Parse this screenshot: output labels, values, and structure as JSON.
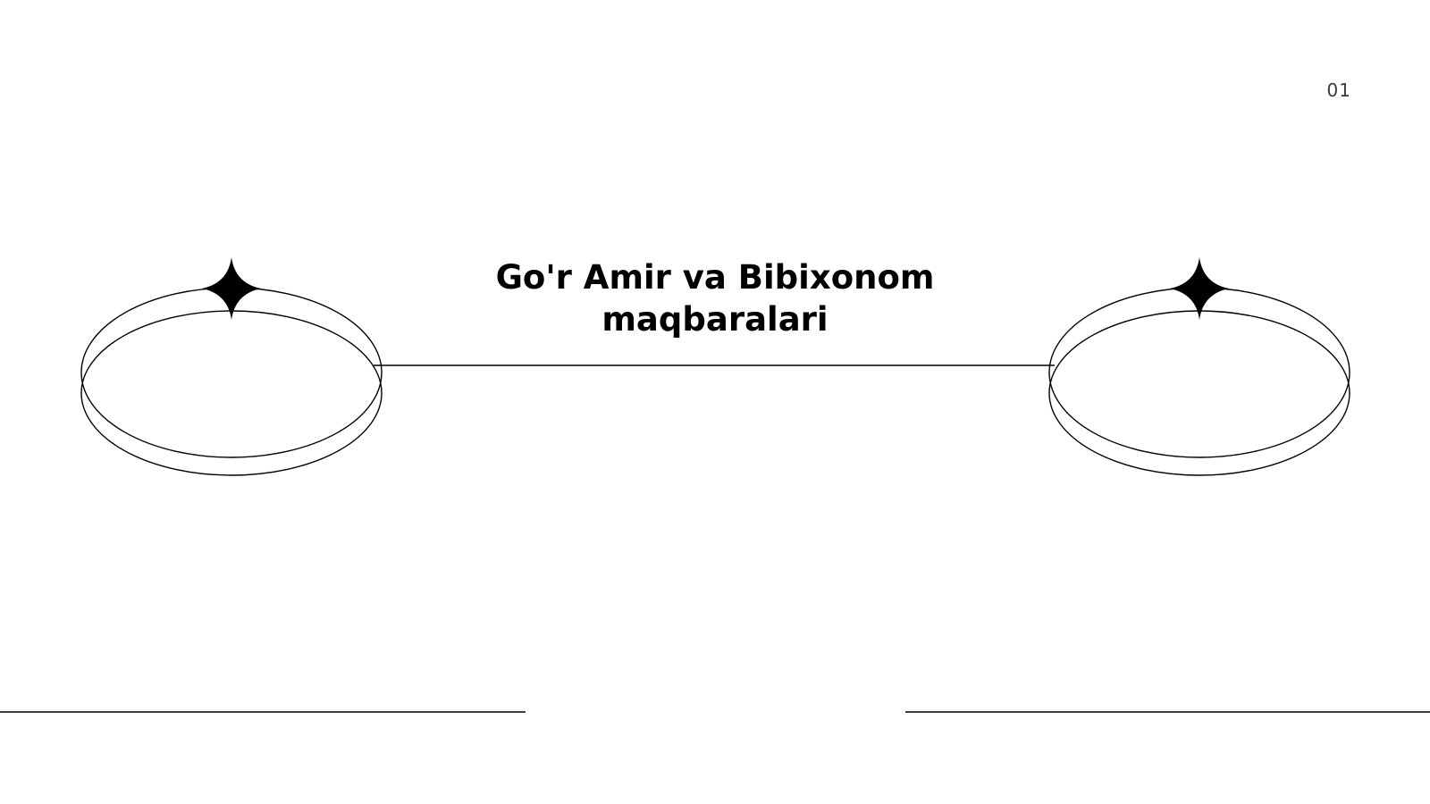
{
  "slide": {
    "page_number": "01",
    "title_line1": "Go'r Amir va Bibixonom",
    "title_line2": "maqbaralari"
  },
  "colors": {
    "background": "#ffffff",
    "line": "#000000",
    "page_number": "#3a3a3a"
  },
  "icons": [
    "sparkle-star-icon",
    "ring-ornament"
  ]
}
